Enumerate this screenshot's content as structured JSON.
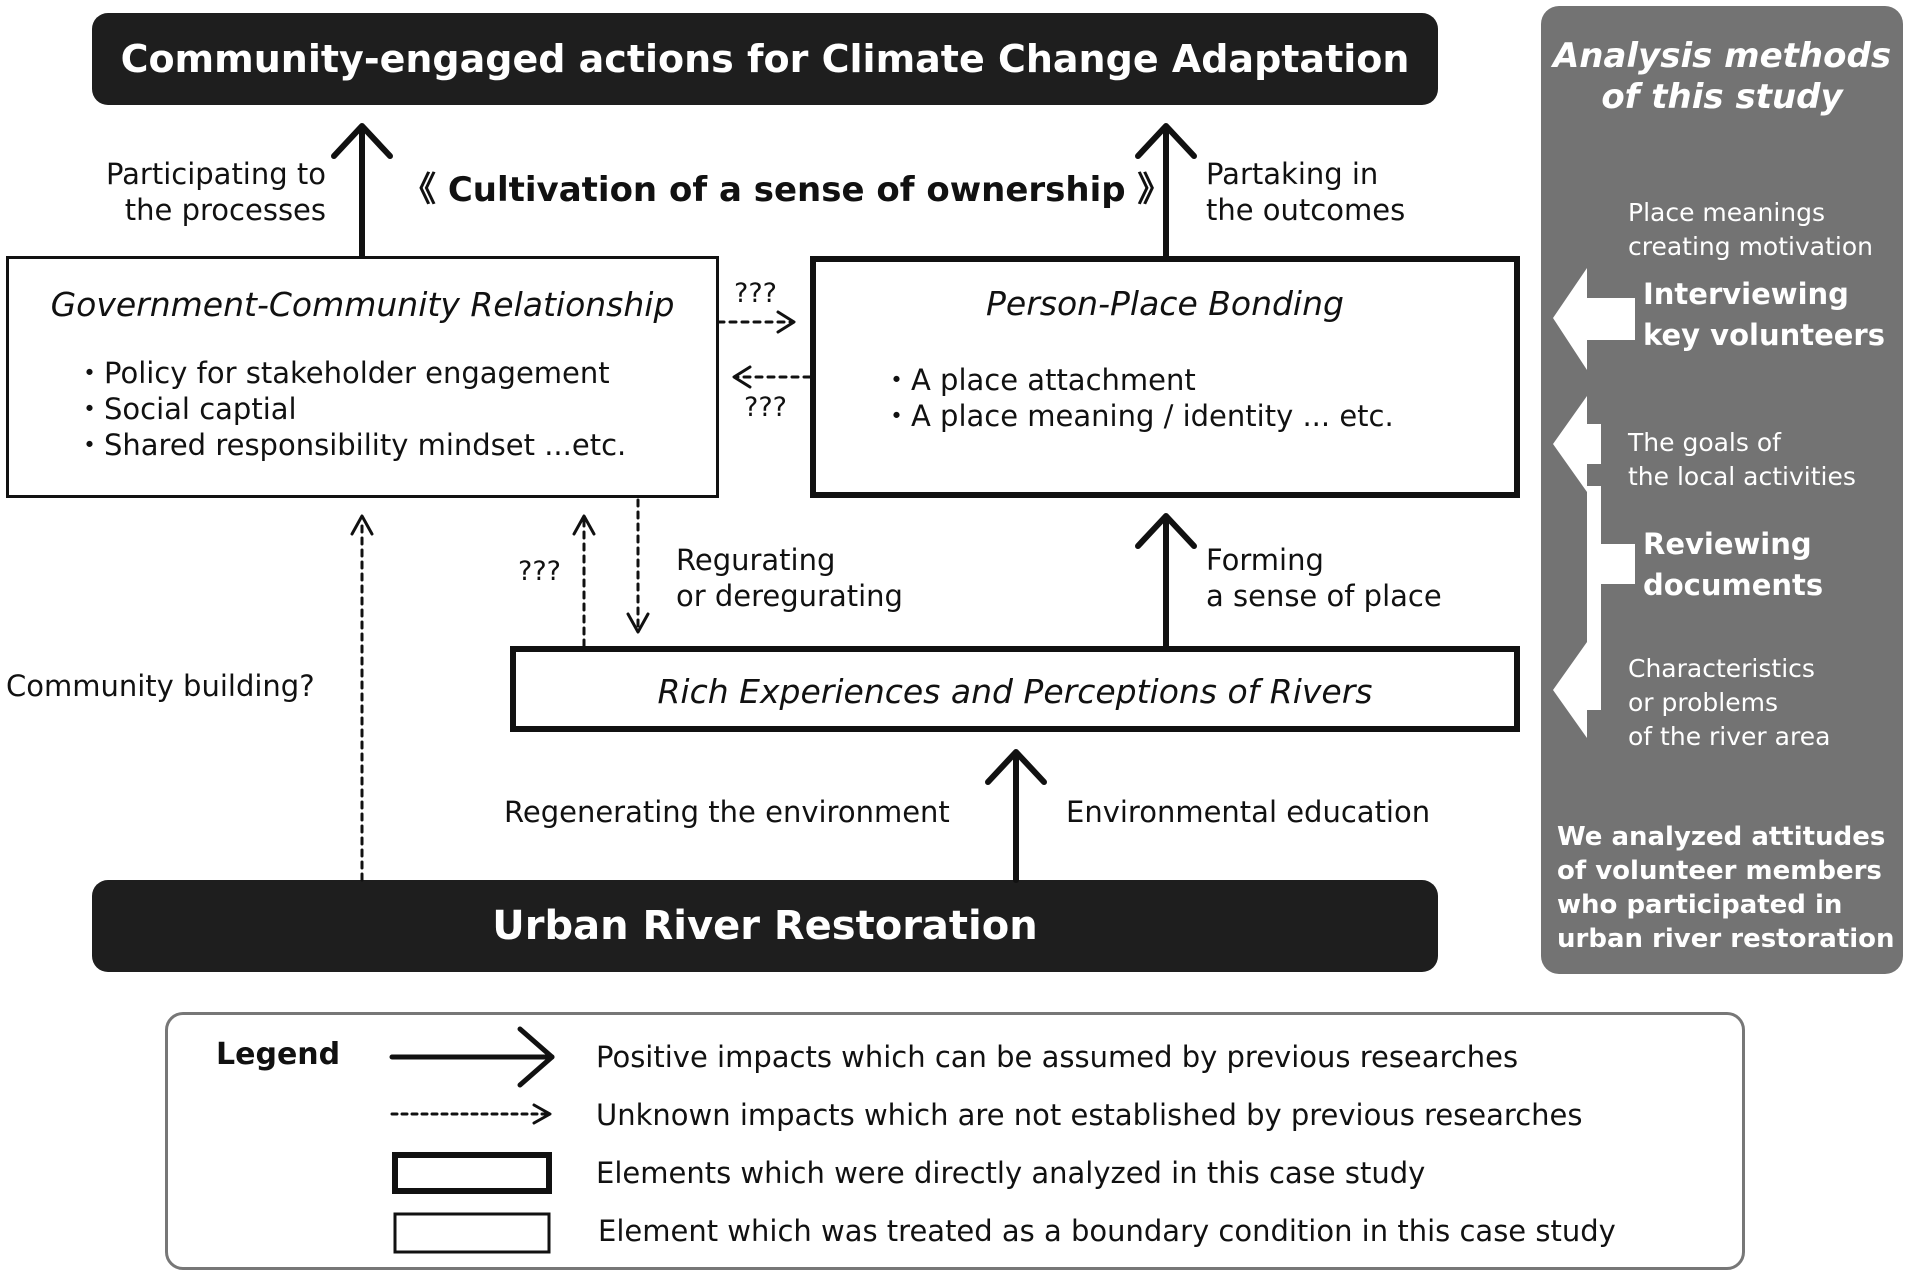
{
  "top_bar": {
    "text": "Community-engaged actions for Climate Change Adaptation"
  },
  "bottom_bar": {
    "text": "Urban River Restoration"
  },
  "center_caption": "《 Cultivation of a sense of ownership 》",
  "labels": {
    "participating": [
      "Participating to",
      "the processes"
    ],
    "partaking": [
      "Partaking in",
      "the outcomes"
    ],
    "regulating": [
      "Regurating",
      "or deregurating"
    ],
    "forming": [
      "Forming",
      "a sense of place"
    ],
    "community_building": "Community building?",
    "regenerating": "Regenerating the environment",
    "env_education": "Environmental education",
    "unknown_1": "???",
    "unknown_2": "???",
    "unknown_3": "???"
  },
  "gov_box": {
    "title": "Government-Community Relationship",
    "bullets": [
      "・Policy for stakeholder engagement",
      "・Social captial",
      "・Shared responsibility mindset ...etc."
    ]
  },
  "person_box": {
    "title": "Person-Place Bonding",
    "bullets": [
      "・A place attachment",
      "・A place meaning / identity ... etc."
    ]
  },
  "rich_box": {
    "title": "Rich Experiences and Perceptions of Rivers"
  },
  "side_panel": {
    "title": [
      "Analysis methods",
      "of this study"
    ],
    "place_meanings": [
      "Place meanings",
      "creating motivation"
    ],
    "interviewing": [
      "Interviewing",
      "key volunteers"
    ],
    "goals": [
      "The goals of",
      "the local activities"
    ],
    "reviewing": [
      "Reviewing",
      "documents"
    ],
    "characteristics": [
      "Characteristics",
      "or problems",
      "of the river area"
    ],
    "summary": [
      "We analyzed attitudes",
      "of volunteer members",
      "who participated in",
      "urban river restoration"
    ],
    "color": "#737373"
  },
  "legend": {
    "title": "Legend",
    "items": [
      "Positive impacts which can be assumed by previous researches",
      "Unknown impacts which are not established by previous researches",
      "Elements which were directly analyzed in this case study",
      "Element which was treated as a boundary condition in this case study"
    ]
  }
}
